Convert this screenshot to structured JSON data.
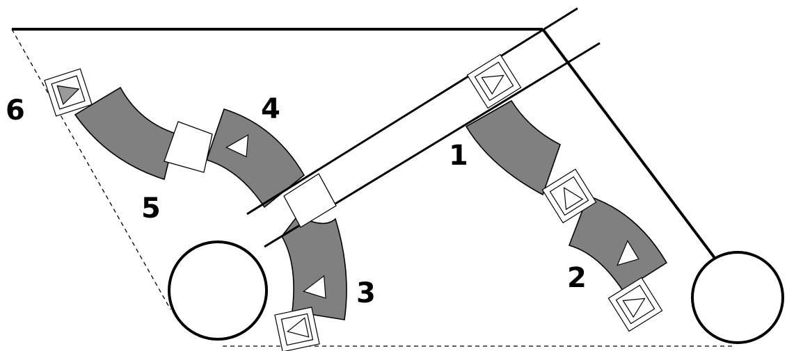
{
  "colors": {
    "segment_fill": "#808080",
    "joint_fill": "#ffffff",
    "end_effector_fill": "#999999",
    "stroke": "#000000"
  },
  "labels": {
    "link_1": "1",
    "link_2": "2",
    "link_3": "3",
    "link_4": "4",
    "link_5": "5",
    "link_6": "6"
  }
}
